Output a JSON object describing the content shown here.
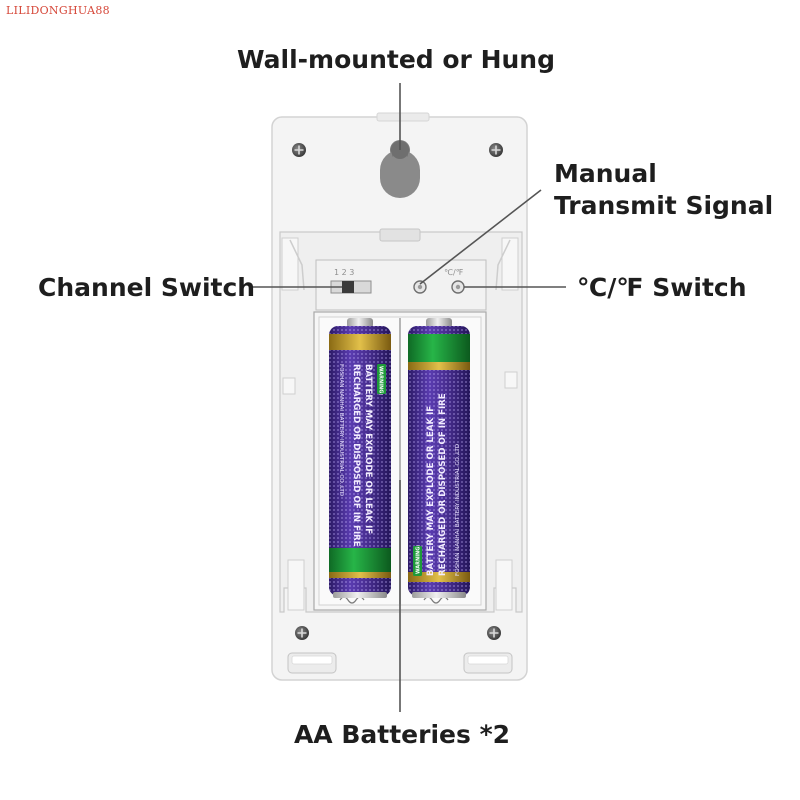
{
  "watermark": "LILIDONGHUA88",
  "callouts": {
    "wall_mount": "Wall-mounted or Hung",
    "manual_line1": "Manual",
    "manual_line2": "Transmit Signal",
    "channel_switch": "Channel Switch",
    "temp_switch": "℃/℉ Switch",
    "batteries": "AA Batteries *2"
  },
  "battery": {
    "warning_badge": "WARNING:",
    "warning_line1": "BATTERY MAY EXPLODE OR LEAK IF",
    "warning_line2": "RECHARGED OR DISPOSED OF IN FIRE",
    "maker_line": "FOSHAN NANHAI BATTERY INDUSTRIAL CO.,LTD"
  },
  "switch_labels": {
    "channel_positions": "1 2 3",
    "temp_marker": "℃/℉"
  },
  "colors": {
    "housing": "#f4f4f4",
    "housing_border": "#d3d3d3",
    "battery_body": "#4a2f93",
    "battery_band": "#1e9a3a",
    "battery_cap": "#c8c8c8",
    "leader_line": "#555555",
    "label_text": "#1e1e1e"
  },
  "icons": {
    "screw": "phillips-screw-icon",
    "mount_hole": "keyhole-icon"
  }
}
